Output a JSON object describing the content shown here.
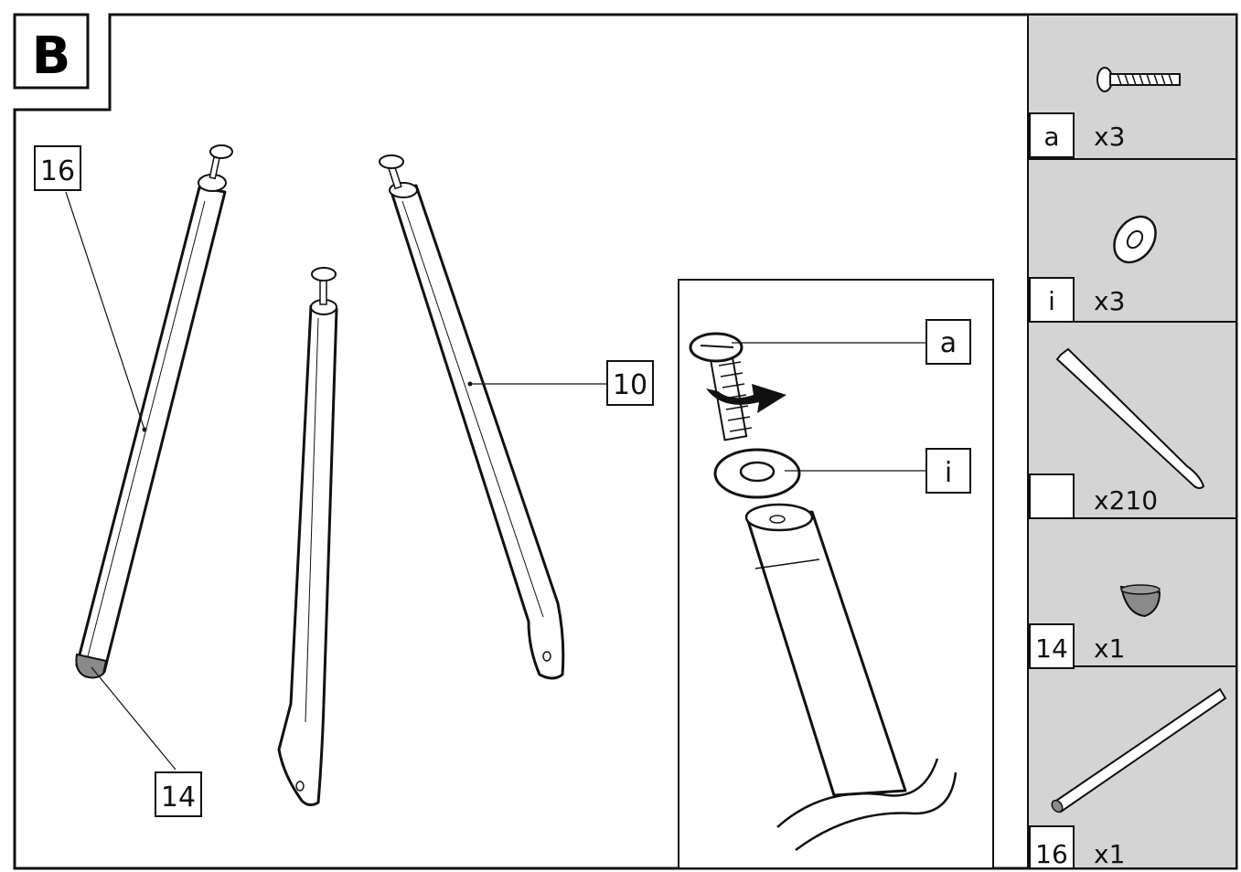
{
  "step": "B",
  "callouts": {
    "c16": "16",
    "c14": "14",
    "c10": "10",
    "ca": "a",
    "ci": "i"
  },
  "parts": [
    {
      "id": "a",
      "qty": "x3",
      "icon": "screw-icon"
    },
    {
      "id": "i",
      "qty": "x3",
      "icon": "washer-icon"
    },
    {
      "id": "",
      "qty": "x210",
      "icon": "bent-tube-icon"
    },
    {
      "id": "14",
      "qty": "x1",
      "icon": "end-cap-icon"
    },
    {
      "id": "16",
      "qty": "x1",
      "icon": "straight-tube-icon"
    }
  ],
  "colors": {
    "line": "#111111",
    "panel": "#d4d4d4",
    "cap": "#8a8a8a"
  }
}
